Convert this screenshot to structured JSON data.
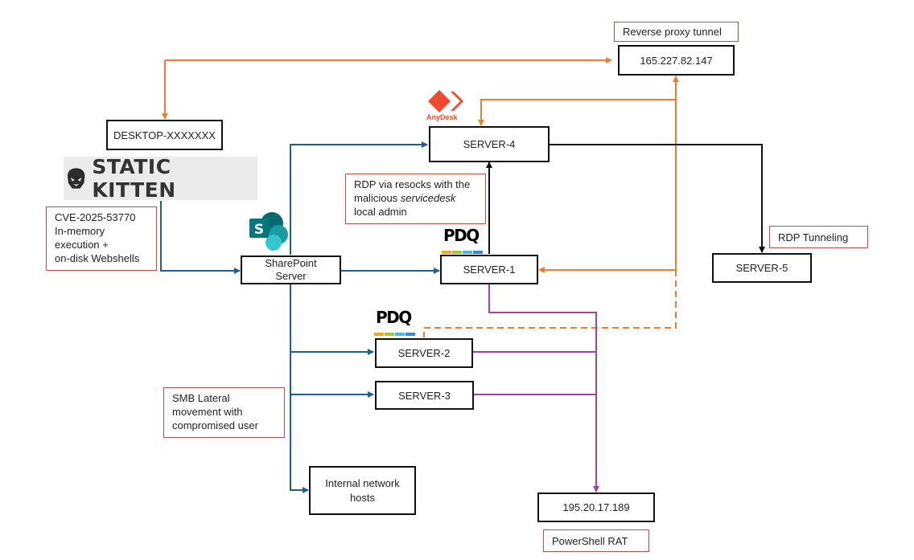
{
  "title": "STATIC KITTEN attack flow",
  "colors": {
    "orange": "#ed7d31",
    "blue": "#1f5f8b",
    "purple": "#a1449c",
    "black": "#111111",
    "note_border": "#c94a44",
    "anydesk": "#ef4930"
  },
  "logos": {
    "static_kitten": "STATIC KITTEN",
    "anydesk": "AnyDesk",
    "pdq_server1": "PDQ",
    "pdq_server2": "PDQ",
    "sharepoint": "S"
  },
  "nodes": {
    "desktop": "DESKTOP-XXXXXXX",
    "proxy_ip": "165.227.82.147",
    "server4": "SERVER-4",
    "server1": "SERVER-1",
    "server5": "SERVER-5",
    "sharepoint_line1": "SharePoint",
    "sharepoint_line2": "Server",
    "server2": "SERVER-2",
    "server3": "SERVER-3",
    "internal_line1": "Internal network",
    "internal_line2": "hosts",
    "rat_ip": "195.20.17.189"
  },
  "notes": {
    "reverse_proxy": "Reverse proxy tunnel",
    "cve_line1": "CVE-2025-53770",
    "cve_line2": "In-memory",
    "cve_line3": "execution +",
    "cve_line4": "on-disk Webshells",
    "rdp_line1": "RDP via resocks with the",
    "rdp_line2_pre": "malicious ",
    "rdp_line2_em": "servicedesk",
    "rdp_line3": "local admin",
    "rdp_tunneling": "RDP Tunneling",
    "smb_line1": "SMB Lateral",
    "smb_line2": "movement with",
    "smb_line3": "compromised user",
    "powershell_rat": "PowerShell RAT"
  }
}
